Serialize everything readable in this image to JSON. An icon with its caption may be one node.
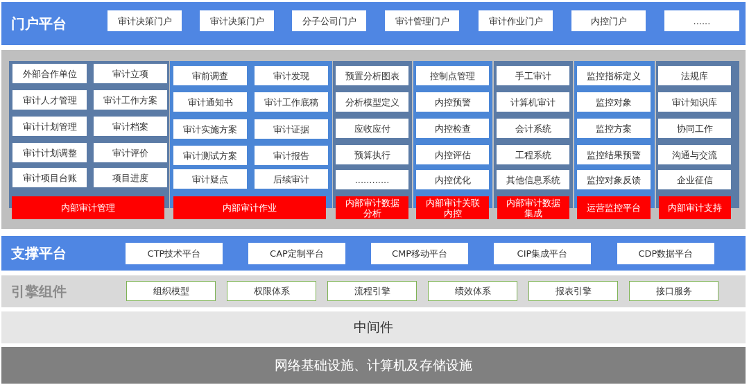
{
  "diagram": {
    "nodes": [
      {
        "text": [
          "门户平台"
        ]
      },
      {
        "text": [
          "审计决策门户"
        ],
        "in": 0
      },
      {
        "text": [
          "审计决策门户"
        ],
        "in": 0
      },
      {
        "text": [
          "分子公司门户"
        ],
        "in": 0
      },
      {
        "text": [
          "审计管理门户"
        ],
        "in": 0
      },
      {
        "text": [
          "审计作业门户"
        ],
        "in": 0
      },
      {
        "text": [
          "内控门户"
        ],
        "in": 0
      },
      {
        "text": [
          "......"
        ],
        "in": 0
      },
      {
        "text": [],
        "shape": "box"
      },
      {
        "text": [
          "外部合作单位"
        ],
        "in": 8
      },
      {
        "text": [
          "审计立项"
        ],
        "in": 8
      },
      {
        "text": [
          "审计人才管理"
        ],
        "in": 8
      },
      {
        "text": [
          "审计工作方案"
        ],
        "in": 8
      },
      {
        "text": [
          "审计计划管理"
        ],
        "in": 8
      },
      {
        "text": [
          "审计档案"
        ],
        "in": 8
      },
      {
        "text": [
          "审计计划调整"
        ],
        "in": 8
      },
      {
        "text": [
          "审计评价"
        ],
        "in": 8
      },
      {
        "text": [
          "审计项目台账"
        ],
        "in": 8
      },
      {
        "text": [
          "项目进度"
        ],
        "in": 8
      },
      {
        "text": [
          "内部审计管理"
        ],
        "in": 8
      },
      {
        "text": [
          "审前调查"
        ],
        "in": 8
      },
      {
        "text": [
          "审计发现"
        ],
        "in": 8
      },
      {
        "text": [
          "审计通知书"
        ],
        "in": 8
      },
      {
        "text": [
          "审计工作底稿"
        ],
        "in": 8
      },
      {
        "text": [
          "审计实施方案"
        ],
        "in": 8
      },
      {
        "text": [
          "审计证据"
        ],
        "in": 8
      },
      {
        "text": [
          "审计测试方案"
        ],
        "in": 8
      },
      {
        "text": [
          "审计报告"
        ],
        "in": 8
      },
      {
        "text": [
          "审计疑点"
        ],
        "in": 8
      },
      {
        "text": [
          "后续审计"
        ],
        "in": 8
      },
      {
        "text": [
          "内部审计作业"
        ],
        "in": 8
      },
      {
        "text": [
          "预置分析图表"
        ],
        "in": 8
      },
      {
        "text": [
          "分析模型定义"
        ],
        "in": 8
      },
      {
        "text": [
          "应收应付"
        ],
        "in": 8
      },
      {
        "text": [
          "预算执行"
        ],
        "in": 8
      },
      {
        "text": [
          "............"
        ],
        "in": 8
      },
      {
        "text": [
          "内部审计数据分析"
        ],
        "in": 8
      },
      {
        "text": [
          "控制点管理"
        ],
        "in": 8
      },
      {
        "text": [
          "内控预警"
        ],
        "in": 8
      },
      {
        "text": [
          "内控检查"
        ],
        "in": 8
      },
      {
        "text": [
          "内控评估"
        ],
        "in": 8
      },
      {
        "text": [
          "内控优化"
        ],
        "in": 8
      },
      {
        "text": [
          "内部审计关联内控"
        ],
        "in": 8
      },
      {
        "text": [
          "手工审计"
        ],
        "in": 8
      },
      {
        "text": [
          "计算机审计"
        ],
        "in": 8
      },
      {
        "text": [
          "会计系统"
        ],
        "in": 8
      },
      {
        "text": [
          "工程系统"
        ],
        "in": 8
      },
      {
        "text": [
          "其他信息系统"
        ],
        "in": 8
      },
      {
        "text": [
          "内部审计数据集成"
        ],
        "in": 8
      },
      {
        "text": [
          "监控指标定义"
        ],
        "in": 8
      },
      {
        "text": [
          "监控对象"
        ],
        "in": 8
      },
      {
        "text": [
          "监控方案"
        ],
        "in": 8
      },
      {
        "text": [
          "监控结果预警"
        ],
        "in": 8
      },
      {
        "text": [
          "监控对象反馈"
        ],
        "in": 8
      },
      {
        "text": [
          "运营监控平台"
        ],
        "in": 8
      },
      {
        "text": [
          "法规库"
        ],
        "in": 8
      },
      {
        "text": [
          "审计知识库"
        ],
        "in": 8
      },
      {
        "text": [
          "协同工作"
        ],
        "in": 8
      },
      {
        "text": [
          "沟通与交流"
        ],
        "in": 8
      },
      {
        "text": [
          "企业征信"
        ],
        "in": 8
      },
      {
        "text": [
          "内部审计支持"
        ],
        "in": 8
      },
      {
        "text": [
          "支撑平台"
        ]
      },
      {
        "text": [
          "CTP技术平台"
        ],
        "in": 61
      },
      {
        "text": [
          "CAP定制平台"
        ],
        "in": 61
      },
      {
        "text": [
          "CMP移动平台"
        ],
        "in": 61
      },
      {
        "text": [
          "CIP集成平台"
        ],
        "in": 61
      },
      {
        "text": [
          "CDP数据平台"
        ],
        "in": 61
      },
      {
        "text": [
          "引擎组件"
        ]
      },
      {
        "text": [
          "组织模型"
        ],
        "in": 67
      },
      {
        "text": [
          "权限体系"
        ],
        "in": 67
      },
      {
        "text": [
          "流程引擎"
        ],
        "in": 67
      },
      {
        "text": [
          "绩效体系"
        ],
        "in": 67
      },
      {
        "text": [
          "报表引擎"
        ],
        "in": 67
      },
      {
        "text": [
          "接口服务"
        ],
        "in": 67
      },
      {
        "text": [
          "中间件"
        ]
      },
      {
        "text": [
          "网络基础设施、计算机及存储设施"
        ]
      }
    ]
  }
}
